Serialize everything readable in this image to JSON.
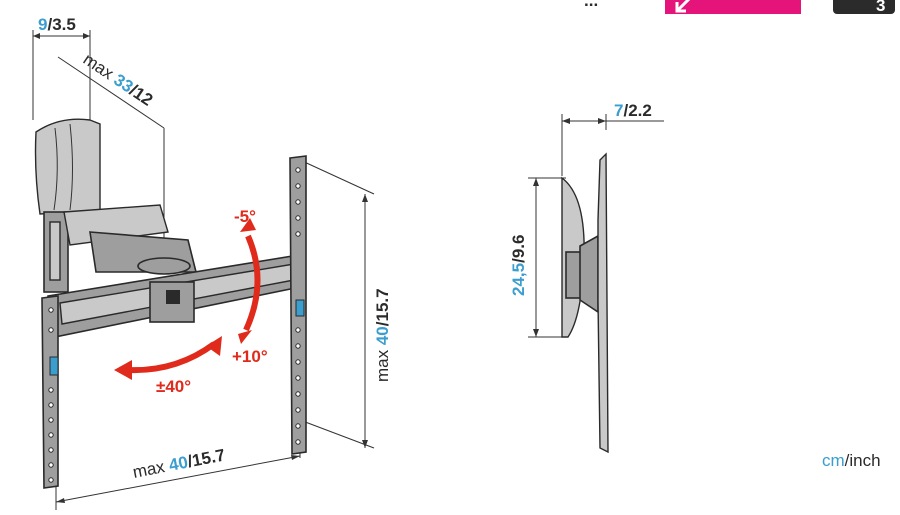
{
  "colors": {
    "accent_blue": "#3a9ecf",
    "arrow_red": "#e02a1b",
    "badge_magenta": "#e4147b",
    "badge_dark": "#2b2b2b",
    "line_dark": "#2b2b2b"
  },
  "badges": {
    "top_text": "...",
    "magenta_icon": "arrow-down-left-icon",
    "dark_badge_text": "3"
  },
  "dimensions": {
    "wall_plate_depth": {
      "cm": "9",
      "sep": "/",
      "inch": "3.5"
    },
    "arm_extension": {
      "prefix": "max ",
      "cm": "33",
      "sep": "/",
      "inch": "12"
    },
    "vesa_height": {
      "prefix": "max ",
      "cm": "40",
      "sep": "/",
      "inch": "15.7"
    },
    "vesa_width": {
      "prefix": "max ",
      "cm": "40",
      "sep": "/",
      "inch": "15.7"
    },
    "min_depth": {
      "cm": "7",
      "sep": "/",
      "inch": "2.2"
    },
    "side_height": {
      "cm": "24,5",
      "sep": "/",
      "inch": "9.6"
    }
  },
  "tilt": {
    "up": "-5°",
    "down": "+10°"
  },
  "swivel": {
    "range": "±40°"
  },
  "units": {
    "cm": "cm",
    "sep": "/",
    "inch": "inch"
  }
}
